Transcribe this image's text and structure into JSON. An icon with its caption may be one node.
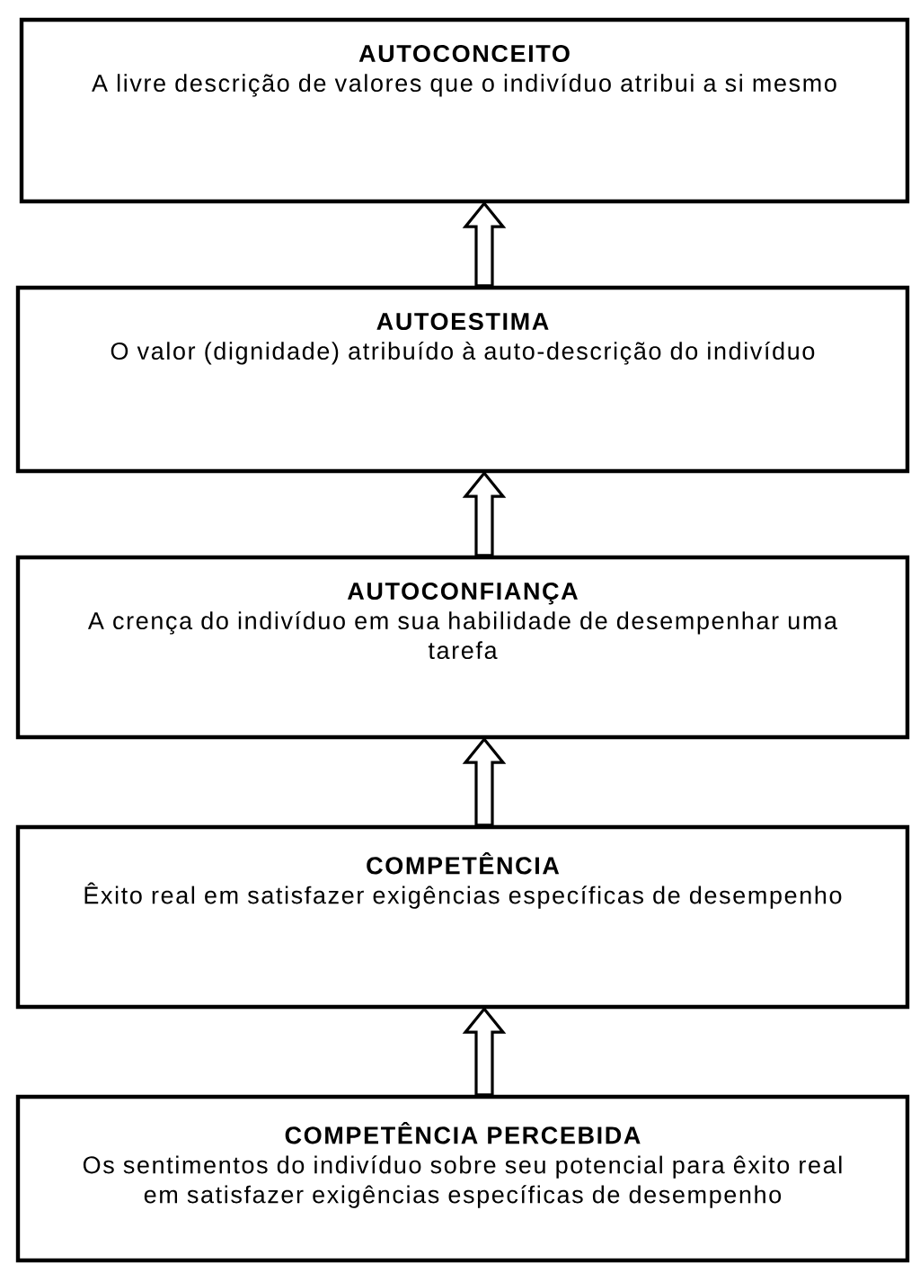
{
  "diagram": {
    "nodes": [
      {
        "text": [
          "AUTOCONCEITO",
          "A livre descrição de valores que o indivíduo atribui a si mesmo"
        ]
      },
      {
        "text": [
          "AUTOESTIMA",
          "O valor (dignidade) atribuído à auto-descrição do indivíduo"
        ]
      },
      {
        "text": [
          "AUTOCONFIANÇA",
          "A crença do indivíduo em sua habilidade de desempenhar uma tarefa"
        ]
      },
      {
        "text": [
          "COMPETÊNCIA",
          "Êxito real em satisfazer exigências específicas de desempenho"
        ]
      },
      {
        "text": [
          "COMPETÊNCIA PERCEBIDA",
          "Os sentimentos do indivíduo sobre seu potencial para êxito real em satisfazer exigências específicas de desempenho"
        ]
      }
    ],
    "edges": [
      {
        "from": 1,
        "to": 0,
        "arrow": "to"
      },
      {
        "from": 2,
        "to": 1,
        "arrow": "to"
      },
      {
        "from": 3,
        "to": 2,
        "arrow": "to"
      },
      {
        "from": 4,
        "to": 3,
        "arrow": "to"
      }
    ]
  }
}
